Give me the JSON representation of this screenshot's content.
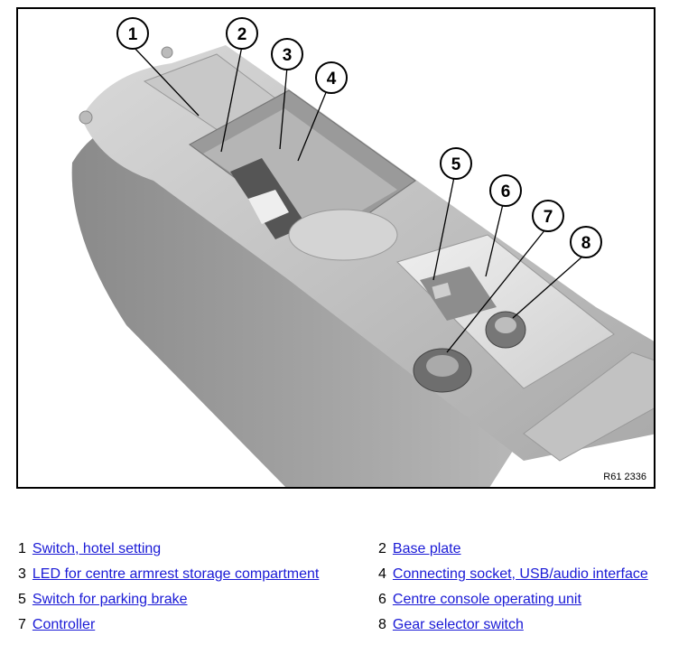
{
  "figure": {
    "reference": "R61 2336",
    "callouts": [
      "1",
      "2",
      "3",
      "4",
      "5",
      "6",
      "7",
      "8"
    ]
  },
  "legend": [
    {
      "num": "1",
      "label": "Switch, hotel setting"
    },
    {
      "num": "2",
      "label": "Base plate"
    },
    {
      "num": "3",
      "label": "LED for centre armrest storage compartment"
    },
    {
      "num": "4",
      "label": "Connecting socket, USB/audio interface"
    },
    {
      "num": "5",
      "label": "Switch for parking brake"
    },
    {
      "num": "6",
      "label": "Centre console operating unit"
    },
    {
      "num": "7",
      "label": "Controller"
    },
    {
      "num": "8",
      "label": "Gear selector switch"
    }
  ]
}
